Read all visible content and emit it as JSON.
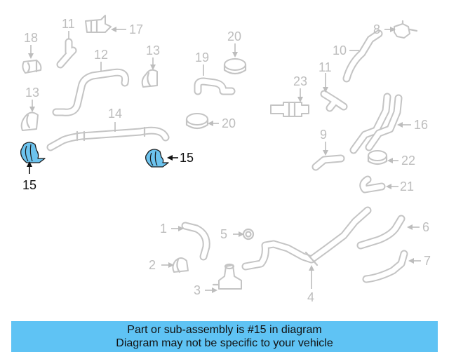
{
  "banner": {
    "line1": "Part or sub-assembly is #15 in diagram",
    "line2": "Diagram may not be specific to your vehicle",
    "color": "#5fc3f4"
  },
  "highlight": {
    "part_number": "15",
    "fill_color": "#6cc3ee"
  },
  "callouts": {
    "c1": "1",
    "c2": "2",
    "c3": "3",
    "c4": "4",
    "c5": "5",
    "c6": "6",
    "c7": "7",
    "c8": "8",
    "c9": "9",
    "c10": "10",
    "c11a": "11",
    "c11b": "11",
    "c12": "12",
    "c13a": "13",
    "c13b": "13",
    "c14": "14",
    "c15a": "15",
    "c15b": "15",
    "c16": "16",
    "c17": "17",
    "c18": "18",
    "c19": "19",
    "c20a": "20",
    "c20b": "20",
    "c21": "21",
    "c22": "22",
    "c23": "23"
  }
}
